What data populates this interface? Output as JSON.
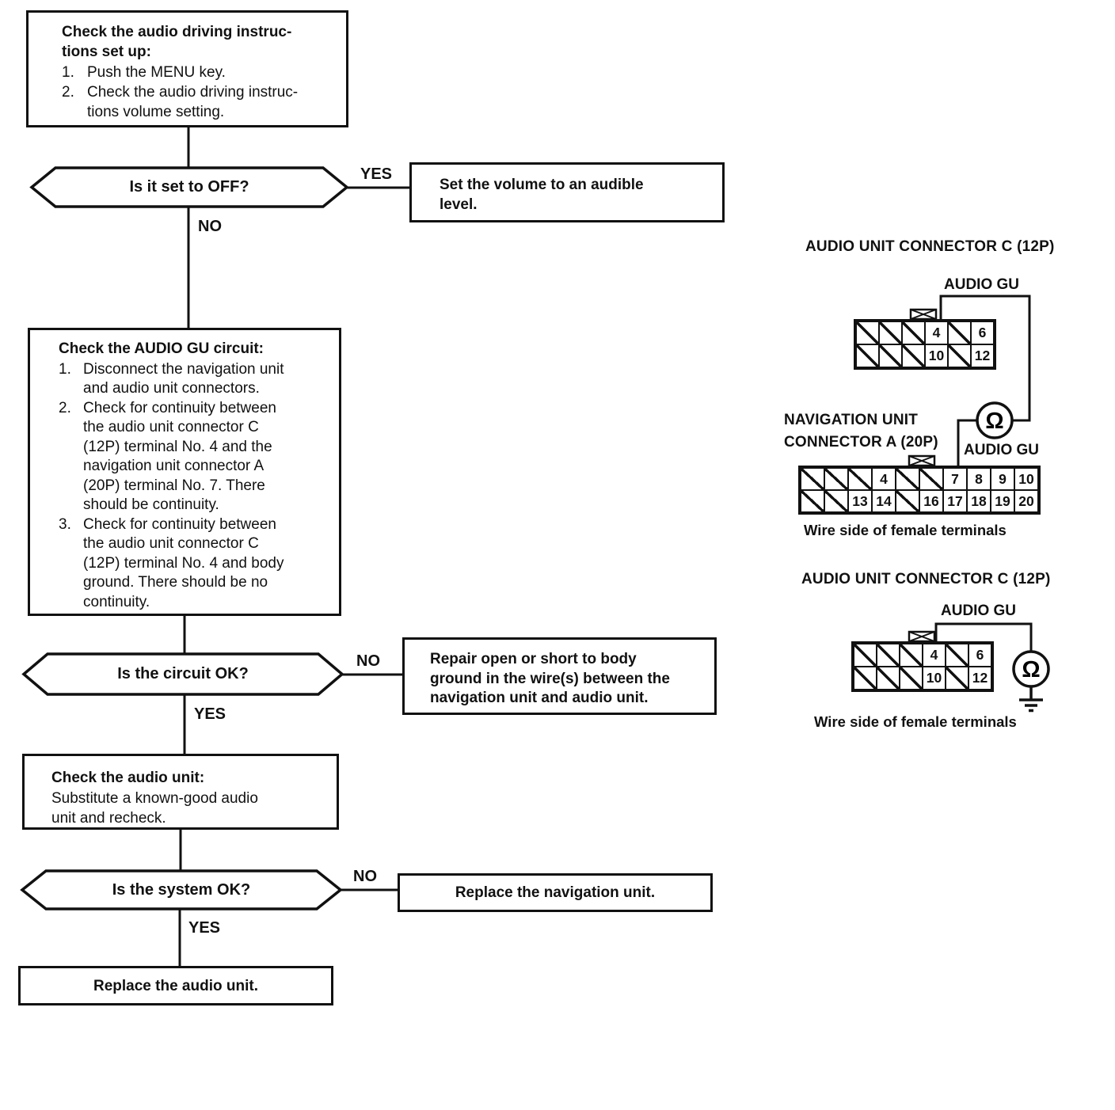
{
  "flow": {
    "step1": {
      "title": "Check the audio driving instruc-\ntions set up:",
      "items": [
        {
          "num": "1.",
          "text": "Push the MENU key."
        },
        {
          "num": "2.",
          "text": "Check the audio driving instruc-\ntions volume setting."
        }
      ]
    },
    "decision1": {
      "question": "Is it set to OFF?",
      "yes_label": "YES",
      "no_label": "NO"
    },
    "action_volume": {
      "text": "Set the volume to an audible\nlevel."
    },
    "step2": {
      "title": "Check the AUDIO GU circuit:",
      "items": [
        {
          "num": "1.",
          "text": "Disconnect the navigation unit\nand audio unit connectors."
        },
        {
          "num": "2.",
          "text": "Check for continuity between\nthe audio unit connector C\n(12P) terminal No. 4 and the\nnavigation unit connector A\n(20P) terminal No. 7. There\nshould be continuity."
        },
        {
          "num": "3.",
          "text": "Check for continuity between\nthe audio unit connector C\n(12P) terminal No. 4 and body\nground. There should be no\ncontinuity."
        }
      ]
    },
    "decision2": {
      "question": "Is the circuit OK?",
      "yes_label": "YES",
      "no_label": "NO"
    },
    "action_repair": {
      "text": "Repair open or short to body\nground in the wire(s) between the\nnavigation unit and audio unit."
    },
    "step3": {
      "title": "Check the audio unit:",
      "body": "Substitute a known-good audio\nunit and recheck."
    },
    "decision3": {
      "question": "Is the system OK?",
      "yes_label": "YES",
      "no_label": "NO"
    },
    "action_replace_nav": {
      "text": "Replace the navigation unit."
    },
    "action_replace_audio": {
      "text": "Replace the audio unit."
    }
  },
  "connector_panel": {
    "ohm_symbol": "Ω",
    "audio_c_top": {
      "title": "AUDIO UNIT CONNECTOR C (12P)",
      "wire_label": "AUDIO GU",
      "rows": [
        [
          "",
          "",
          "",
          "4",
          "",
          "6"
        ],
        [
          "",
          "",
          "",
          "10",
          "",
          "12"
        ]
      ]
    },
    "nav_a": {
      "title_line1": "NAVIGATION UNIT",
      "title_line2": "CONNECTOR A (20P)",
      "wire_label": "AUDIO GU",
      "rows": [
        [
          "",
          "",
          "",
          "4",
          "",
          "",
          "7",
          "8",
          "9",
          "10"
        ],
        [
          "",
          "",
          "13",
          "14",
          "",
          "16",
          "17",
          "18",
          "19",
          "20"
        ]
      ],
      "caption": "Wire side of female terminals"
    },
    "audio_c_bottom": {
      "title": "AUDIO UNIT CONNECTOR C (12P)",
      "wire_label": "AUDIO GU",
      "rows": [
        [
          "",
          "",
          "",
          "4",
          "",
          "6"
        ],
        [
          "",
          "",
          "",
          "10",
          "",
          "12"
        ]
      ],
      "caption": "Wire side of female terminals"
    }
  }
}
